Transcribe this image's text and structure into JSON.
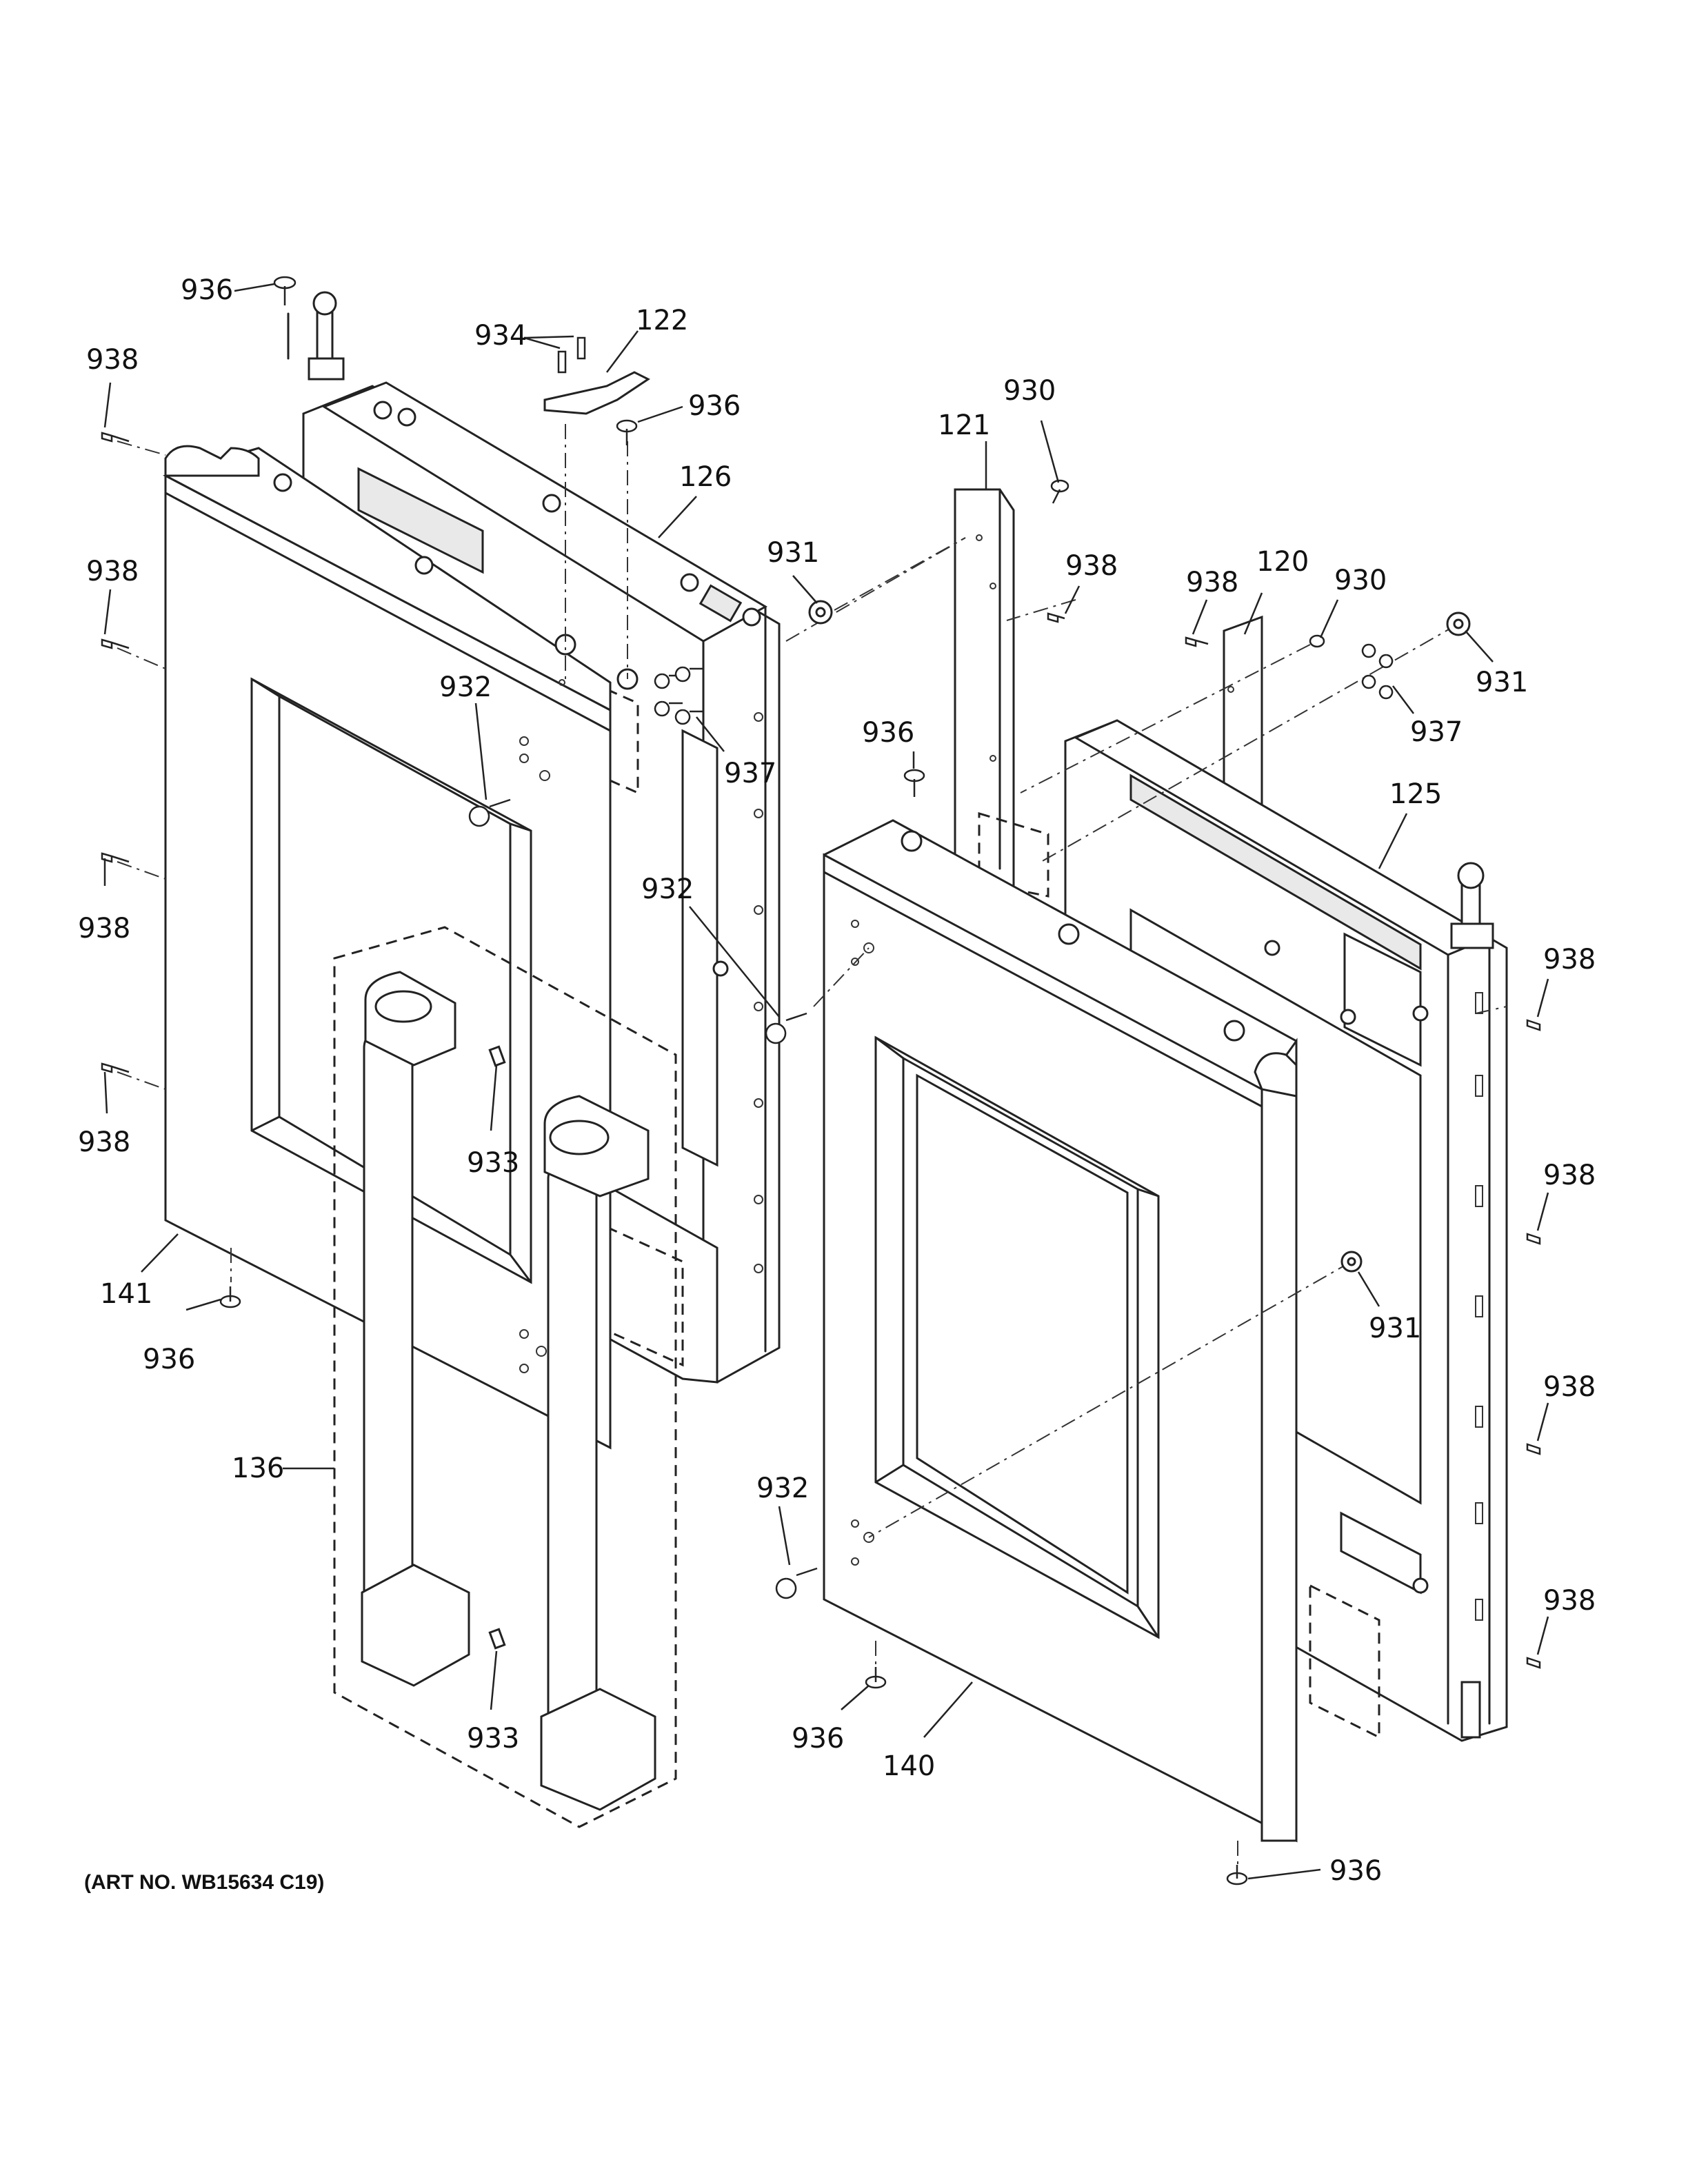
{
  "callouts": [
    {
      "id": "c936a",
      "text": "936"
    },
    {
      "id": "c934",
      "text": "934"
    },
    {
      "id": "c122",
      "text": "122"
    },
    {
      "id": "c936b",
      "text": "936"
    },
    {
      "id": "c938a",
      "text": "938"
    },
    {
      "id": "c126",
      "text": "126"
    },
    {
      "id": "c121",
      "text": "121"
    },
    {
      "id": "c930a",
      "text": "930"
    },
    {
      "id": "c938b",
      "text": "938"
    },
    {
      "id": "c931a",
      "text": "931"
    },
    {
      "id": "c938c",
      "text": "938"
    },
    {
      "id": "c120",
      "text": "120"
    },
    {
      "id": "c930b",
      "text": "930"
    },
    {
      "id": "c938d",
      "text": "938"
    },
    {
      "id": "c931b",
      "text": "931"
    },
    {
      "id": "c932a",
      "text": "932"
    },
    {
      "id": "c937a",
      "text": "937"
    },
    {
      "id": "c937b",
      "text": "937"
    },
    {
      "id": "c936c",
      "text": "936"
    },
    {
      "id": "c125",
      "text": "125"
    },
    {
      "id": "c938e",
      "text": "938"
    },
    {
      "id": "c932b",
      "text": "932"
    },
    {
      "id": "c938f",
      "text": "938"
    },
    {
      "id": "c938g",
      "text": "938"
    },
    {
      "id": "c933a",
      "text": "933"
    },
    {
      "id": "c938h",
      "text": "938"
    },
    {
      "id": "c141",
      "text": "141"
    },
    {
      "id": "c931c",
      "text": "931"
    },
    {
      "id": "c936d",
      "text": "936"
    },
    {
      "id": "c938i",
      "text": "938"
    },
    {
      "id": "c136",
      "text": "136"
    },
    {
      "id": "c932c",
      "text": "932"
    },
    {
      "id": "c938j",
      "text": "938"
    },
    {
      "id": "c933b",
      "text": "933"
    },
    {
      "id": "c936e",
      "text": "936"
    },
    {
      "id": "c140",
      "text": "140"
    },
    {
      "id": "c936f",
      "text": "936"
    }
  ],
  "art_number": "(ART NO. WB15634 C19)"
}
